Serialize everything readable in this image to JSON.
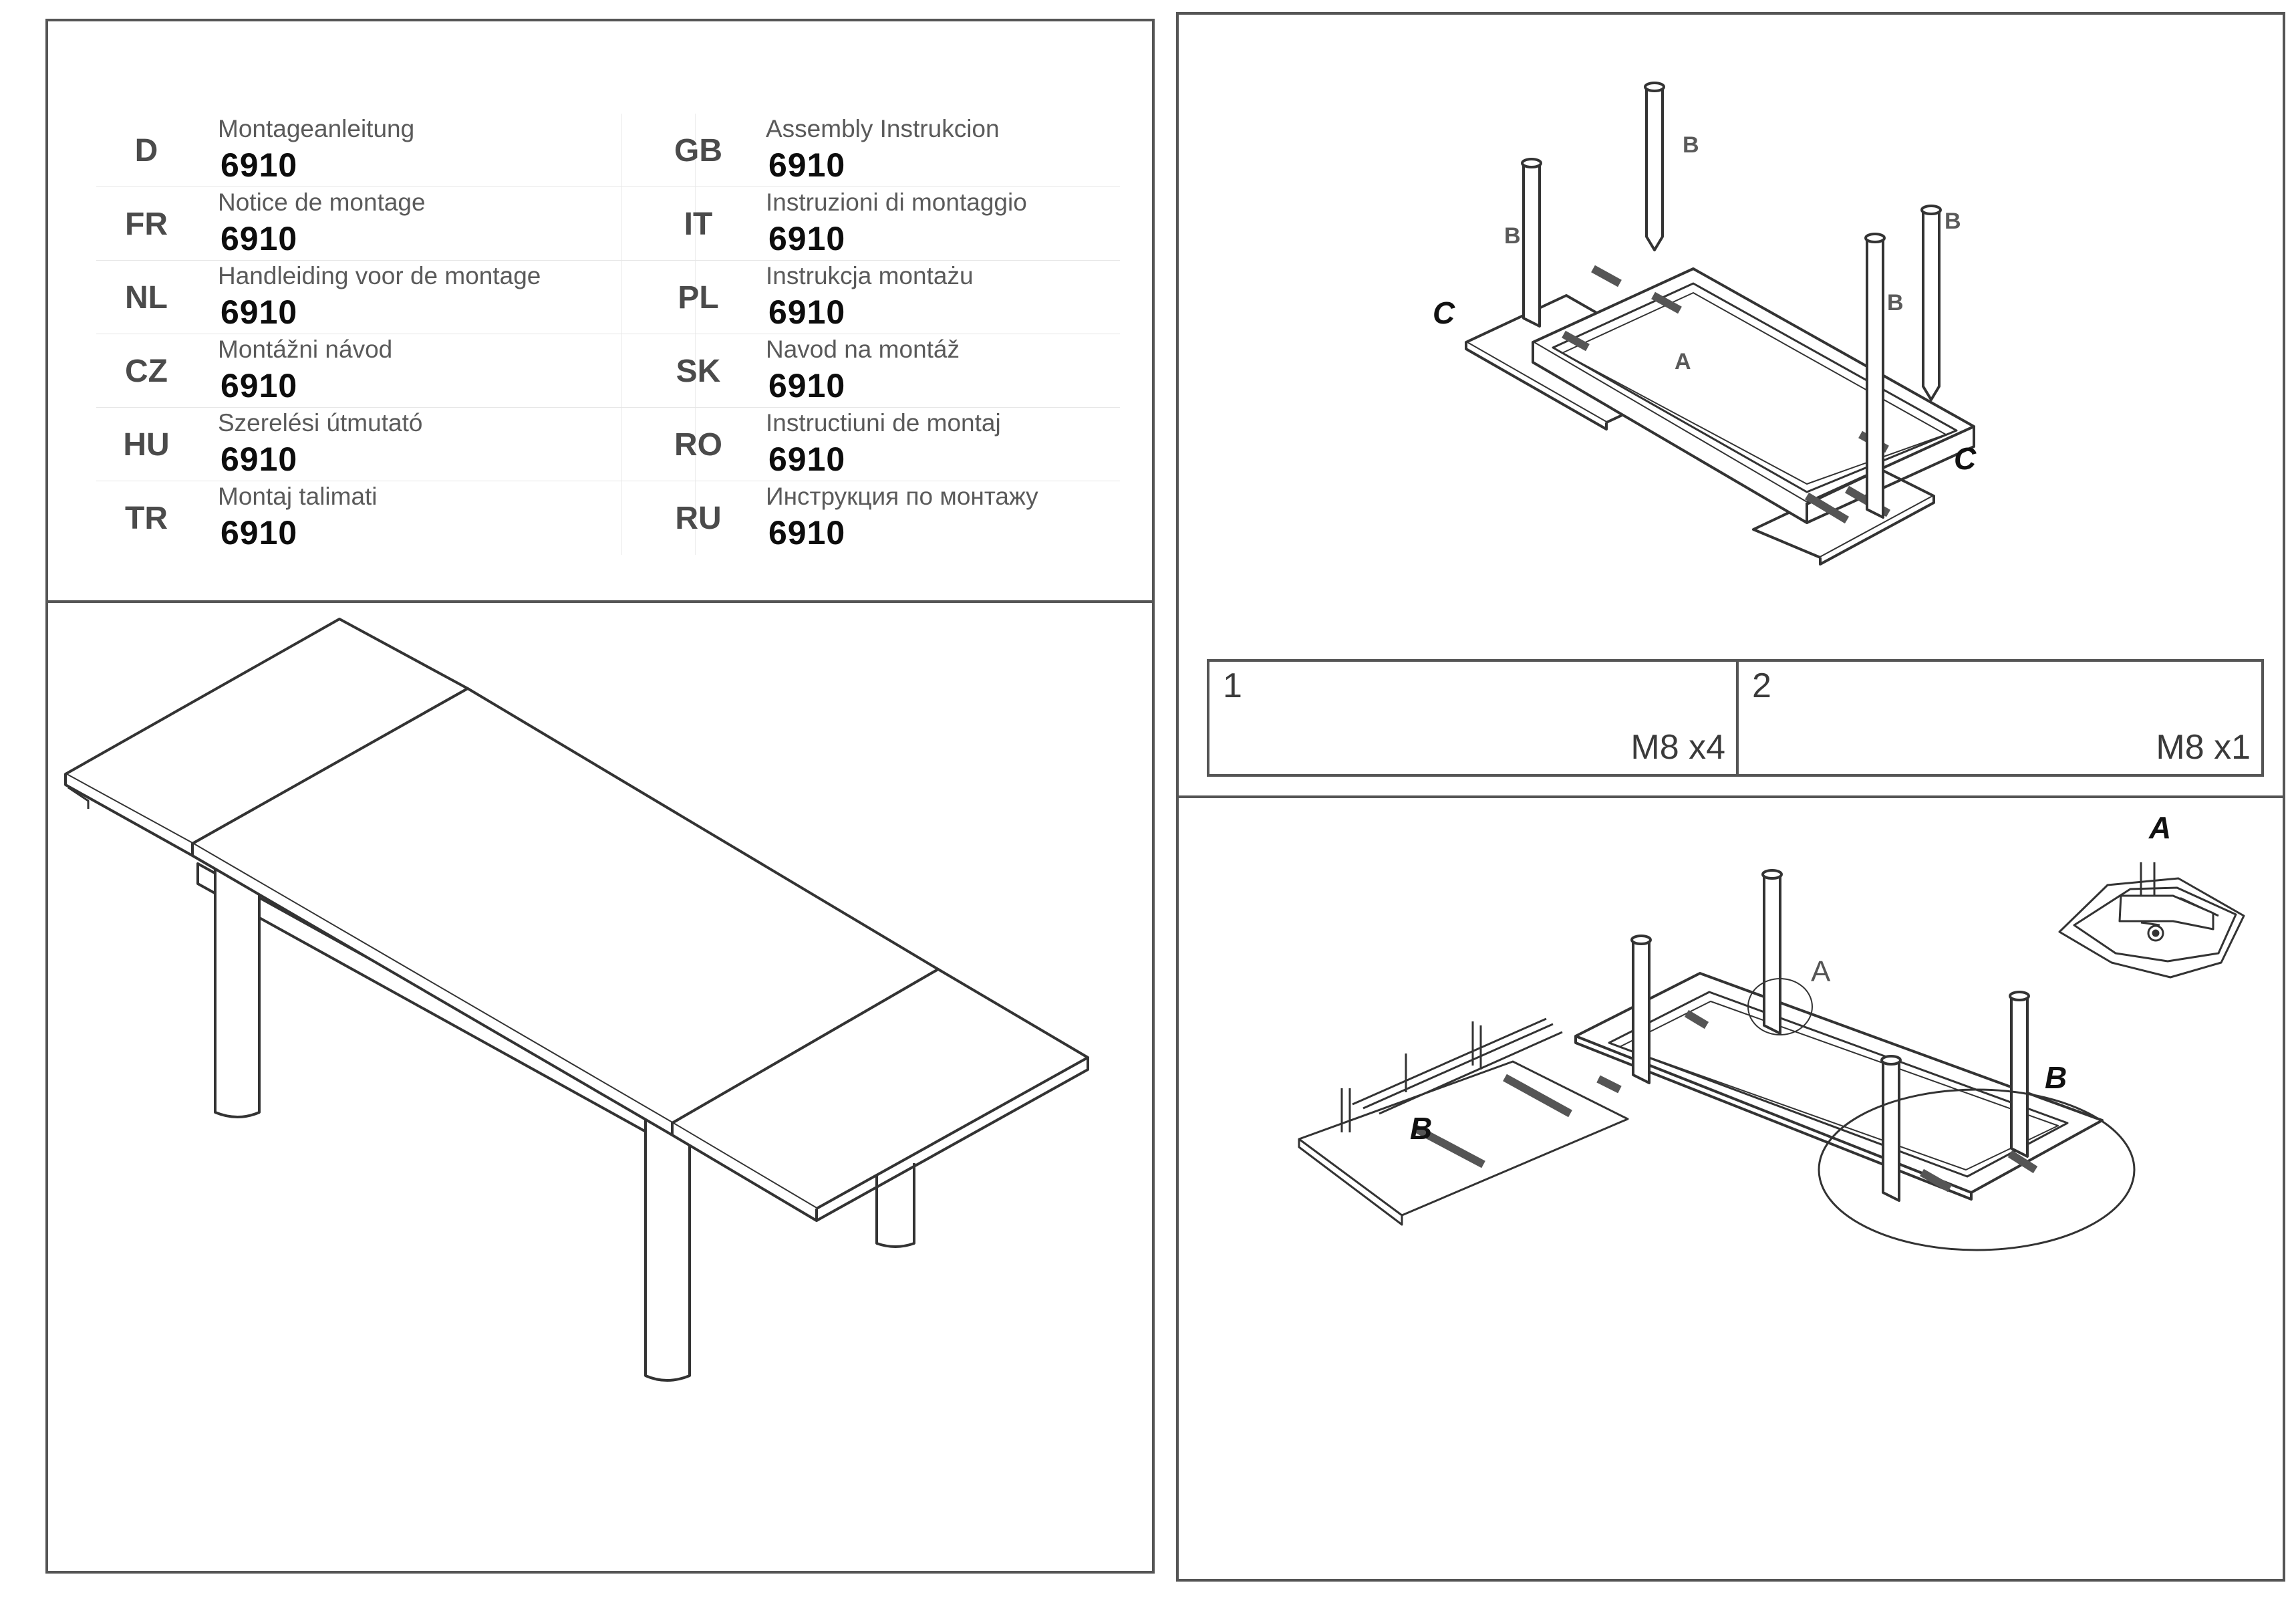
{
  "instructions": [
    {
      "code": "D",
      "title": "Montageanleitung",
      "model": "6910"
    },
    {
      "code": "FR",
      "title": "Notice  de montage",
      "model": "6910"
    },
    {
      "code": "NL",
      "title": "Handleiding voor de montage",
      "model": "6910"
    },
    {
      "code": "CZ",
      "title": "Montážni návod",
      "model": "6910"
    },
    {
      "code": "HU",
      "title": "Szerelési útmutató",
      "model": "6910"
    },
    {
      "code": "TR",
      "title": "Montaj talimati",
      "model": "6910"
    },
    {
      "code": "GB",
      "title": "Assembly Instrukcion",
      "model": "6910"
    },
    {
      "code": "IT",
      "title": "Instruzioni di montaggio",
      "model": "6910"
    },
    {
      "code": "PL",
      "title": "Instrukcja montażu",
      "model": "6910"
    },
    {
      "code": "SK",
      "title": "Navod na montáž",
      "model": "6910"
    },
    {
      "code": "RO",
      "title": "Instructiuni de montaj",
      "model": "6910"
    },
    {
      "code": "RU",
      "title": "Инструкция по монтажу",
      "model": "6910"
    }
  ],
  "step1": {
    "part_labels": {
      "top": "A",
      "legs": "B",
      "extensions": "C"
    }
  },
  "hardware": [
    {
      "number": "1",
      "spec": "M8 x4"
    },
    {
      "number": "2",
      "spec": "M8 x1"
    }
  ],
  "step2": {
    "callout_a": "A",
    "callout_b": "B"
  }
}
